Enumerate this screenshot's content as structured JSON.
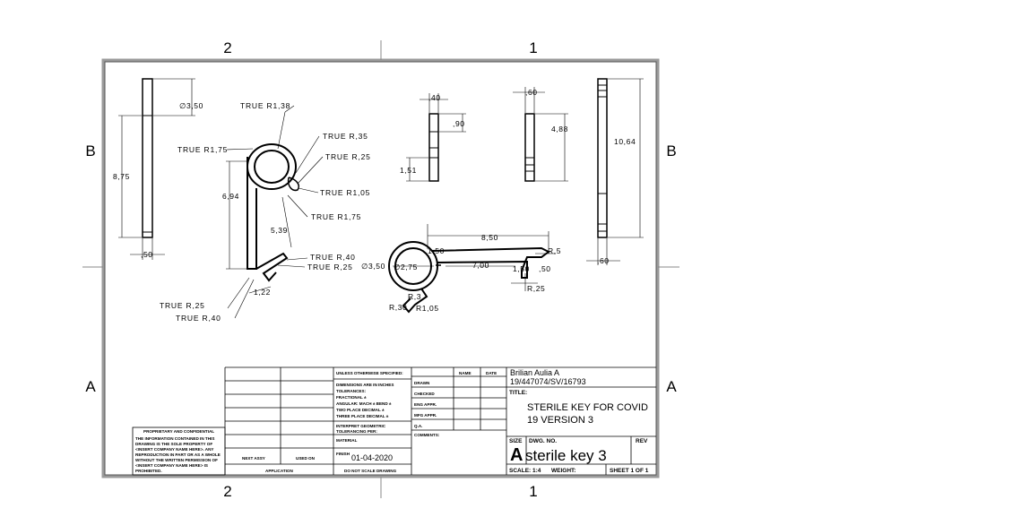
{
  "zones": {
    "top": [
      "2",
      "1"
    ],
    "bottom": [
      "2",
      "1"
    ],
    "left": [
      "B",
      "A"
    ],
    "right": [
      "B",
      "A"
    ]
  },
  "views": {
    "left_side": {
      "dia": "∅3,50",
      "height": "8,75",
      "thickness": ",50"
    },
    "front": {
      "notes": [
        "TRUE R1,38",
        "TRUE R,35",
        "TRUE R1,75",
        "TRUE R,25",
        "TRUE R1,05",
        "TRUE R1,75",
        "TRUE R,40",
        "TRUE R,25",
        "TRUE R,25",
        "TRUE R,40"
      ],
      "dims": [
        "6,94",
        "5,39",
        "1,22"
      ]
    },
    "small_a": {
      "top": ",40",
      "mid": ",90",
      "low": "1,51"
    },
    "small_b": {
      "top": ",60",
      "height": "4,88"
    },
    "right_side": {
      "height": "10,64",
      "thickness": ",60"
    },
    "top_view": {
      "length": "8,50",
      "r1": "1,50",
      "dia": "∅3,50",
      "dia2": "∅2,75",
      "len2": "7,00",
      "r2": "R,5",
      "h1": "1,50",
      "h2": ",50",
      "r3": "R,25",
      "r4": "R,3",
      "r5": "R,30",
      "r6": "R1,05"
    }
  },
  "title_block": {
    "proprietary_title": "PROPRIETARY AND CONFIDENTIAL",
    "proprietary_text": [
      "THE INFORMATION CONTAINED IN THIS",
      "DRAWING IS THE SOLE PROPERTY OF",
      "<INSERT COMPANY NAME HERE>. ANY",
      "REPRODUCTION IN PART OR AS A WHOLE",
      "WITHOUT THE WRITTEN PERMISSION OF",
      "<INSERT COMPANY NAME HERE> IS",
      "PROHIBITED."
    ],
    "next_assy": "NEXT ASSY",
    "used_on": "USED ON",
    "application": "APPLICATION",
    "unless_specified": "UNLESS OTHERWISE SPECIFIED:",
    "tolerances": [
      "DIMENSIONS ARE IN INCHES",
      "TOLERANCES:",
      "FRACTIONAL ±",
      "ANGULAR: MACH ±  BEND ±",
      "TWO PLACE DECIMAL   ±",
      "THREE PLACE DECIMAL  ±"
    ],
    "interpret": "INTERPRET GEOMETRIC",
    "tolerancing": "TOLERANCING PER:",
    "material": "MATERIAL",
    "finish": "FINISH",
    "date_value": "01-04-2020",
    "do_not_scale": "DO NOT SCALE DRAWING",
    "header_name": "NAME",
    "header_date": "DATE",
    "rows": [
      "DRAWN",
      "CHECKED",
      "ENG APPR.",
      "MFG APPR.",
      "Q.A.",
      "COMMENTS:"
    ],
    "author": "Brilian Aulia A",
    "student_id": "19/447074/SV/16793",
    "title_label": "TITLE:",
    "title_lines": [
      "STERILE KEY FOR COVID",
      "19 VERSION 3"
    ],
    "size_label": "SIZE",
    "size_value": "A",
    "dwg_label": "DWG.  NO.",
    "dwg_value": "sterile key 3",
    "rev_label": "REV",
    "scale": "SCALE: 1:4",
    "weight": "WEIGHT:",
    "sheet": "SHEET 1 OF 1"
  }
}
